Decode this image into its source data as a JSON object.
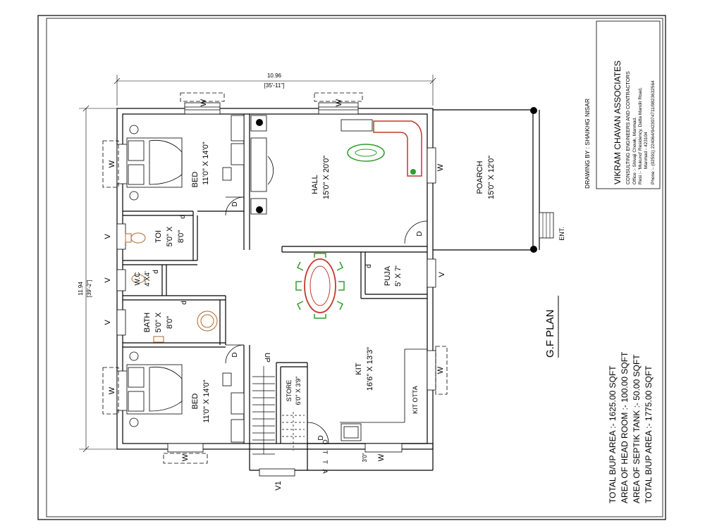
{
  "title_block": {
    "drawing_by": "DRAWING BY : SHAIKHG NISAR",
    "firm": "VIKRAM CHAVAN ASSOCIATES",
    "subtitle": "CONSULTING ENGINEERS AND CONTRACTORS",
    "office": "Office :- Shivaji Chowk, Manmad.",
    "resi": "Resi :- 'Mukund' Residency, Datta Mandir Road,",
    "city": "Manmad - 423104",
    "phone": "Phone :- (02591) 224064/9423074711/9823632564"
  },
  "plan_title": "G.F PLAN",
  "areas": [
    "TOTAL B/UP AREA :- 1625.00 SQFT",
    "AREA OF HEAD ROOM :- 100.00 SQFT",
    "AREA OF SEPTIK TANK :- 50.00 SQFT",
    "TOTAL B/UP AREA :- 1775.00 SQFT"
  ],
  "dimensions": {
    "top_value": "10.96",
    "top_feet": "[35'-11\"]",
    "side_value": "11.94",
    "side_feet": "[39'-2\"]"
  },
  "rooms": {
    "bed1_name": "BED",
    "bed1_size": "11'0\" X 14'0\"",
    "bed2_name": "BED",
    "bed2_size": "11'0\" X 14'0\"",
    "hall_name": "HALL",
    "hall_size": "15'0\" X 20'0\"",
    "poarch_name": "POARCH",
    "poarch_size": "15'0\" X 12'0\"",
    "toi_name": "TOI",
    "toi_size": "5'0\" X",
    "toi_size2": "8'0\"",
    "wc_name": "W.C",
    "wc_size": "4'X4'",
    "bath_name": "BATH",
    "bath_size": "5'0\" X",
    "bath_size2": "8'0\"",
    "puja_name": "PUJA",
    "puja_size": "5' X 7'",
    "kit_name": "KIT",
    "kit_size": "16'6\" X 13'3\"",
    "kit_otta": "KIT OTTA",
    "store_name": "STORE",
    "store_size": "6'0\" X 3'9\"",
    "otta": "O T T A",
    "otta_size": "3'0\""
  },
  "labels": {
    "w": "W",
    "v": "V",
    "d": "D",
    "d_small": "d",
    "up": "UP",
    "ent": "ENT.",
    "v1": "V1"
  }
}
